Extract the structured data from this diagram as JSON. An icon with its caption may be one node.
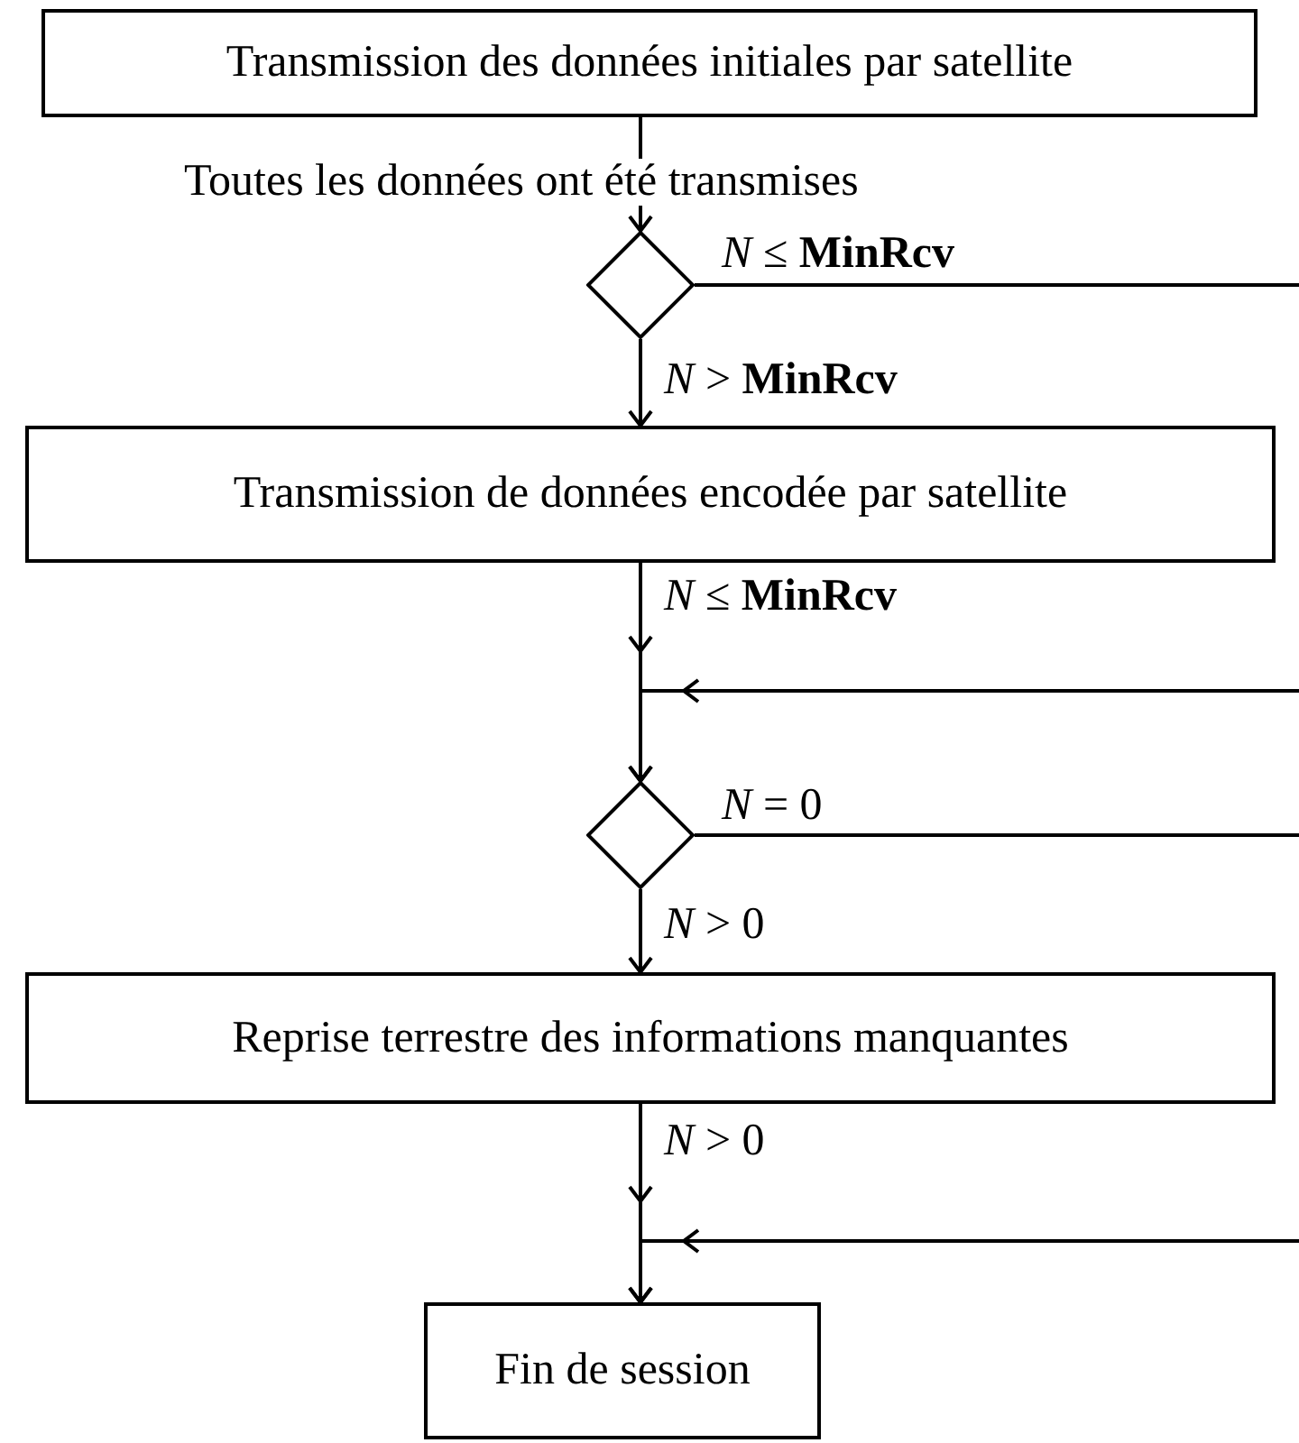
{
  "diagram": {
    "nodes": [
      {
        "text": [
          "Transmission des données initiales par satellite"
        ]
      },
      {
        "text": [],
        "shape": "diamond"
      },
      {
        "text": [
          "Transmission de données encodée par satellite"
        ]
      },
      {
        "text": [],
        "shape": "diamond"
      },
      {
        "text": [
          "Reprise terrestre des informations manquantes"
        ]
      },
      {
        "text": [
          "Fin de session"
        ]
      }
    ],
    "edges": [
      {
        "from": 0,
        "to": 1,
        "arrow": "to",
        "label": "Toutes les données ont été transmises"
      },
      {
        "from": 1,
        "to": null,
        "arrow": "none",
        "label": "*N* ≤ **MinRcv**"
      },
      {
        "from": 1,
        "to": 2,
        "arrow": "to",
        "label": "*N* > **MinRcv**"
      },
      {
        "from": 2,
        "to": 3,
        "arrow": "to",
        "label": "*N* ≤ **MinRcv**"
      },
      {
        "from": null,
        "to": 3,
        "arrow": "to"
      },
      {
        "from": 3,
        "to": null,
        "arrow": "none",
        "label": "*N* = 0"
      },
      {
        "from": 3,
        "to": 4,
        "arrow": "to",
        "label": "*N* > 0"
      },
      {
        "from": 4,
        "to": 5,
        "arrow": "to",
        "label": "*N* > 0"
      },
      {
        "from": null,
        "to": 5,
        "arrow": "to"
      }
    ]
  }
}
